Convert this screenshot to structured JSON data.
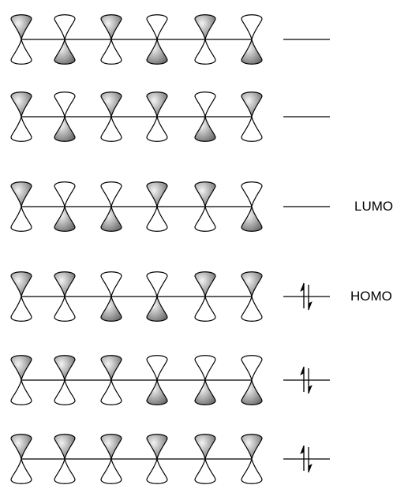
{
  "diagram": {
    "levels": [
      {
        "phases": [
          "up",
          "down",
          "up",
          "down",
          "up",
          "down"
        ],
        "electrons": 0,
        "label": ""
      },
      {
        "phases": [
          "up",
          "down",
          "up",
          "up",
          "down",
          "up"
        ],
        "electrons": 0,
        "label": ""
      },
      {
        "phases": [
          "up",
          "down",
          "down",
          "up",
          "up",
          "down"
        ],
        "electrons": 0,
        "label": "LUMO"
      },
      {
        "phases": [
          "up",
          "up",
          "down",
          "down",
          "up",
          "up"
        ],
        "electrons": 2,
        "label": "HOMO"
      },
      {
        "phases": [
          "up",
          "up",
          "up",
          "down",
          "down",
          "down"
        ],
        "electrons": 2,
        "label": ""
      },
      {
        "phases": [
          "up",
          "up",
          "up",
          "up",
          "up",
          "up"
        ],
        "electrons": 2,
        "label": ""
      }
    ],
    "colors": {
      "lobe_shaded_light": "#f4f4f4",
      "lobe_shaded_dark": "#6e6e6e",
      "lobe_empty": "#ffffff",
      "stroke": "#000000"
    }
  }
}
